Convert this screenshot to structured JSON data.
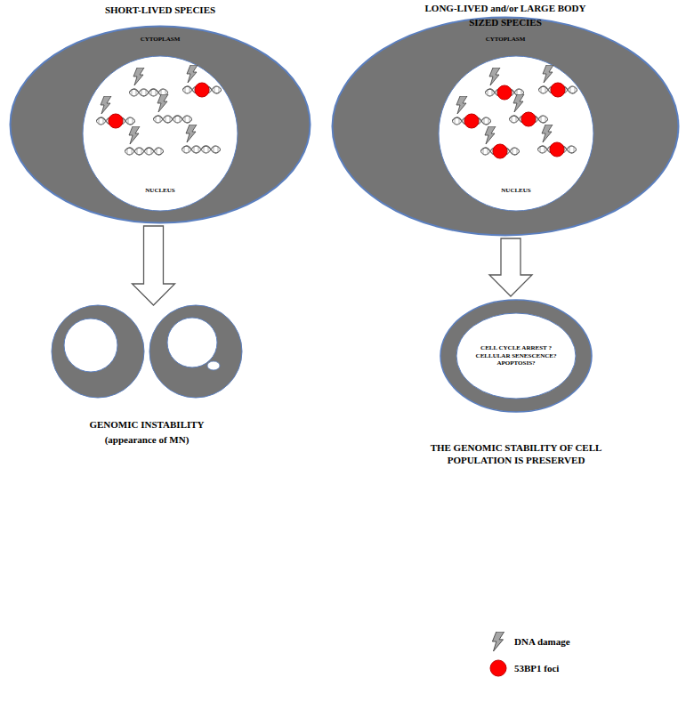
{
  "diagram": {
    "nodes": [
      {
        "text": [
          "CYTOPLASM"
        ]
      },
      {
        "text": [
          "NUCLEUS"
        ],
        "in": 0
      },
      {
        "text": [
          "CYTOPLASM"
        ]
      },
      {
        "text": [
          "NUCLEUS"
        ],
        "in": 2
      },
      {
        "text": [
          "GENOMIC INSTABILITY",
          "(appearance of MN)"
        ]
      },
      {
        "text": [
          "CELL CYCLE ARREST ? CELLULAR SENESCENCE? APOPTOSIS?",
          "THE GENOMIC STABILITY OF CELL POPULATION IS PRESERVED"
        ]
      }
    ],
    "edges": [
      {
        "from": 0,
        "to": 4,
        "arrow": "to"
      },
      {
        "from": 2,
        "to": 5,
        "arrow": "to"
      }
    ],
    "labels": [
      "SHORT-LIVED SPECIES",
      "LONG-LIVED and/or LARGE BODY SIZED SPECIES"
    ],
    "legend": [
      {
        "text": "DNA damage"
      },
      {
        "text": "53BP1 foci",
        "color": "#ff0000"
      }
    ]
  }
}
